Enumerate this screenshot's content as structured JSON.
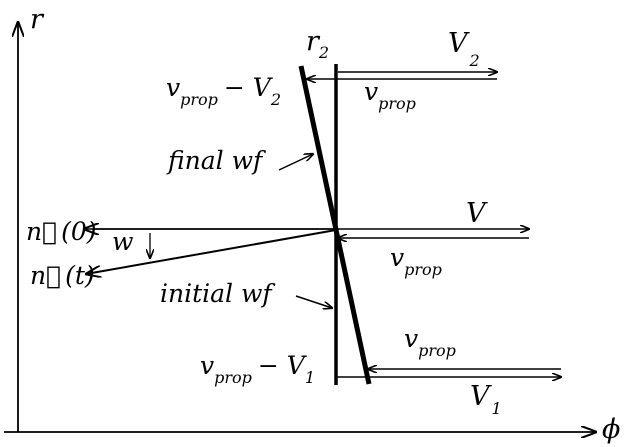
{
  "axes": {
    "y_label": "r",
    "x_label": "ϕ"
  },
  "labels": {
    "r2_base": "r",
    "r2_sub": "2",
    "V2_base": "V",
    "V2_sub": "2",
    "vprop_minus_V2_v": "v",
    "vprop_minus_V2_sub": "prop",
    "vprop_minus_V2_rest": "− V",
    "vprop_minus_V2_sub2": "2",
    "vprop_top_v": "v",
    "vprop_top_sub": "prop",
    "final_wf": "final wf",
    "V_mid": "V",
    "n0_vec": "n⃗",
    "n0_rest": "(0)",
    "w": "w",
    "nt_vec": "n⃗",
    "nt_rest": "(t)",
    "vprop_mid_v": "v",
    "vprop_mid_sub": "prop",
    "initial_wf": "initial wf",
    "vprop_bottom_v": "v",
    "vprop_bottom_sub": "prop",
    "vprop_minus_V1_v": "v",
    "vprop_minus_V1_sub": "prop",
    "vprop_minus_V1_rest": "− V",
    "vprop_minus_V1_sub2": "1",
    "V1_base": "V",
    "V1_sub": "1"
  }
}
